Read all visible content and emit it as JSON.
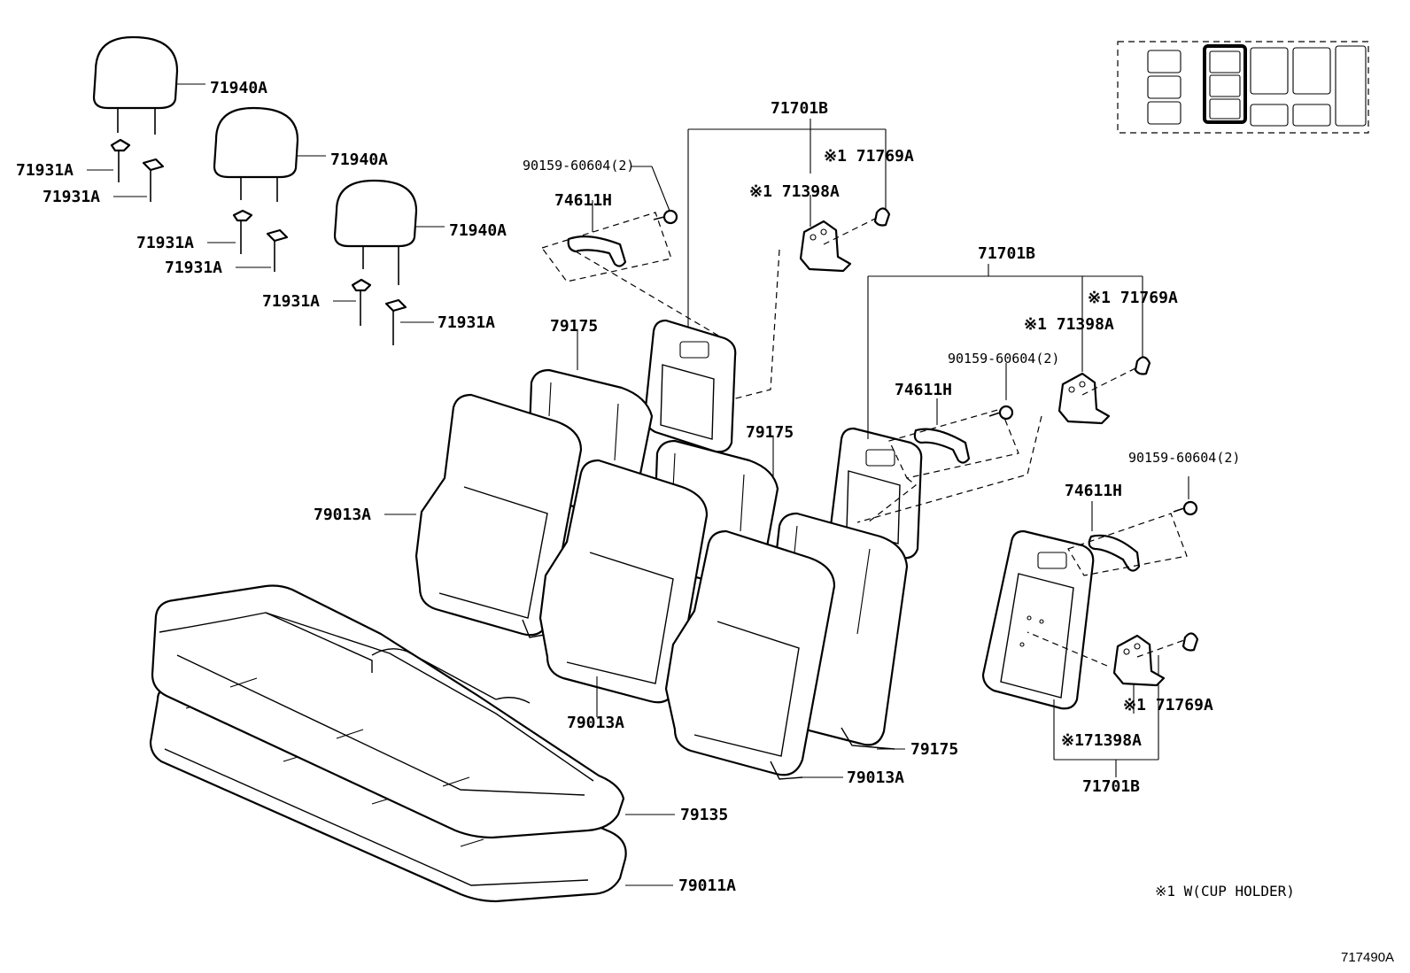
{
  "labels": {
    "headrest_1": "71940A",
    "headrest_2": "71940A",
    "headrest_3": "71940A",
    "support_1a": "71931A",
    "support_1b": "71931A",
    "support_2a": "71931A",
    "support_2b": "71931A",
    "support_3a": "71931A",
    "support_3b": "71931A",
    "hinge_set_1": "71701B",
    "hinge_set_2": "71701B",
    "hinge_set_3": "71701B",
    "bolt_1": "90159-60604(2)",
    "bolt_2": "90159-60604(2)",
    "bolt_3": "90159-60604(2)",
    "handle_1": "74611H",
    "handle_2": "74611H",
    "handle_3": "74611H",
    "cover_1": "※1 71769A",
    "cover_2": "※1 71769A",
    "cover_3": "※1 71769A",
    "bracket_1": "※1 71398A",
    "bracket_2": "※1 71398A",
    "bracket_3": "※171398A",
    "back_cover_1": "79175",
    "back_cover_2": "79175",
    "back_cover_3": "79175",
    "back_assy_1": "79013A",
    "back_assy_2": "79013A",
    "back_assy_3": "79013A",
    "cushion_cover": "79135",
    "cushion_assy": "79011A"
  },
  "note": "※1 W(CUP HOLDER)",
  "figure_code": "717490A"
}
